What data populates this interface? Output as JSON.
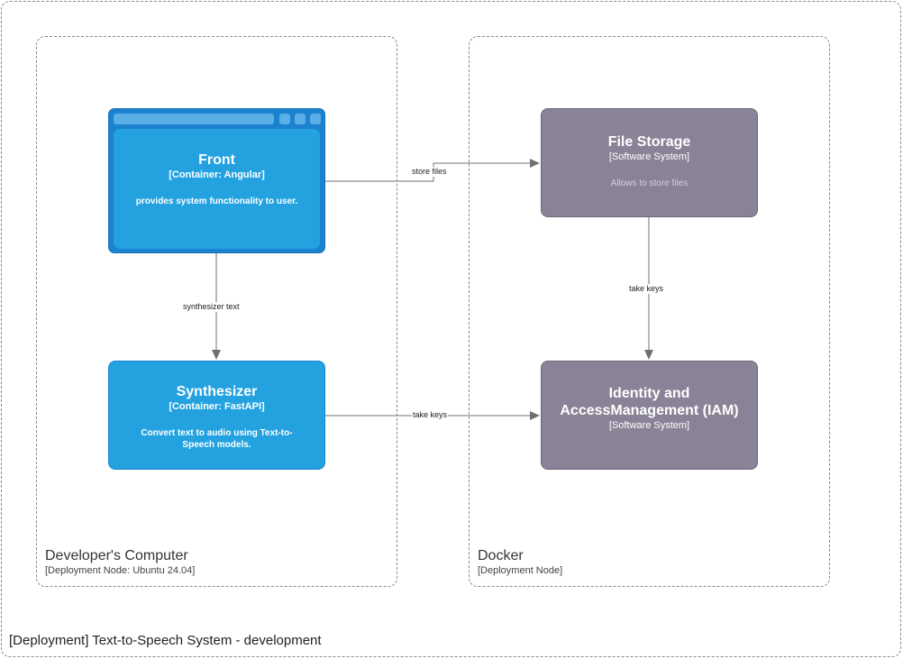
{
  "outer": {
    "title": "[Deployment] Text-to-Speech System - development"
  },
  "nodes": {
    "developer": {
      "title": "Developer's Computer",
      "subtitle": "[Deployment Node: Ubuntu 24.04]"
    },
    "docker": {
      "title": "Docker",
      "subtitle": "[Deployment Node]"
    }
  },
  "containers": {
    "front": {
      "title": "Front",
      "tech": "[Container: Angular]",
      "desc": "provides system functionality to user."
    },
    "synth": {
      "title": "Synthesizer",
      "tech": "[Container: FastAPI]",
      "desc": "Convert text to audio using Text-to-Speech models."
    },
    "fstore": {
      "title": "File Storage",
      "tech": "[Software System]",
      "desc": "Allows to store files"
    },
    "iam": {
      "title": "Identity and AccessManagement (IAM)",
      "tech": "[Software System]"
    }
  },
  "edges": {
    "front_fstore": "store files",
    "front_synth": "synthesizer text",
    "synth_iam": "take keys",
    "fstore_iam": "take keys"
  },
  "colors": {
    "container_blue": "#23a2df",
    "container_dark_blue": "#1b82cf",
    "software_system": "#8a8296",
    "edge": "#707070"
  }
}
